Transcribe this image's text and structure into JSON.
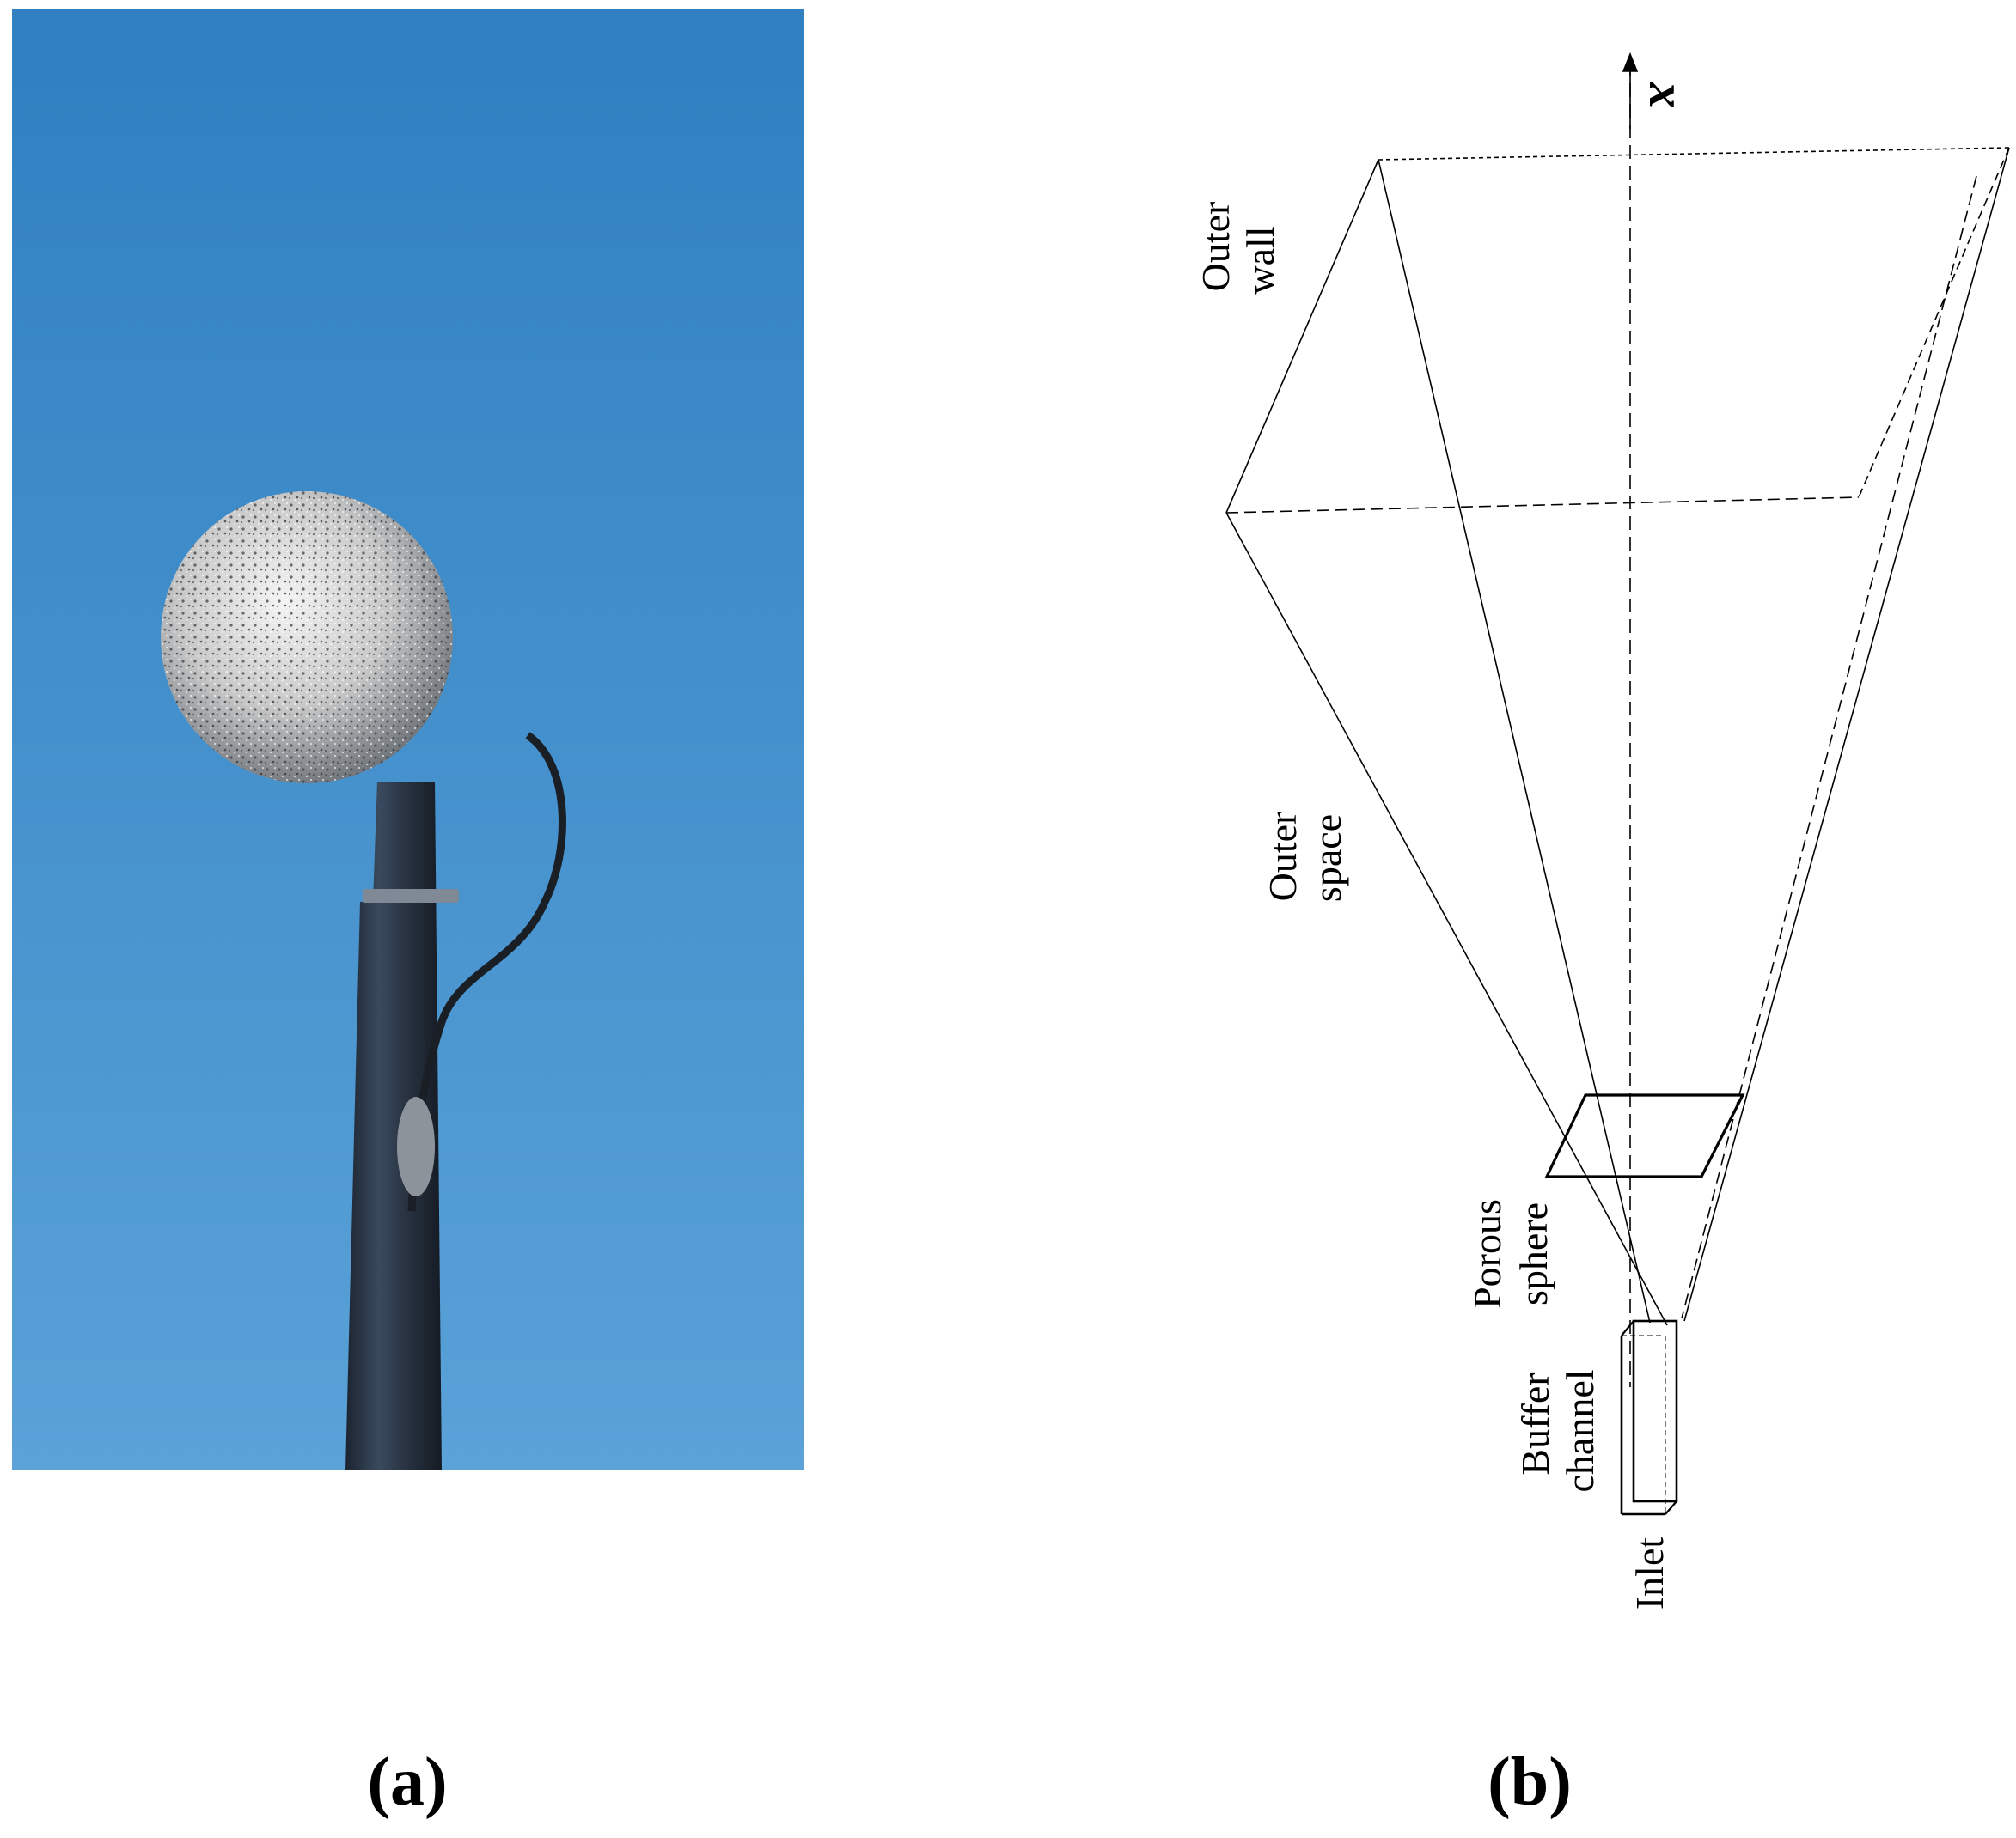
{
  "panels": {
    "a": {
      "caption": "(a)",
      "subject": "porous sphere probe on mast"
    },
    "b": {
      "caption": "(b)",
      "axis_label": "x",
      "labels": {
        "outer_wall": [
          "Outer",
          "wall"
        ],
        "outer_space": [
          "Outer",
          "space"
        ],
        "porous_sphere": [
          "Porous",
          "sphere"
        ],
        "buffer_channel": [
          "Buffer",
          "channel"
        ],
        "inlet": "Inlet"
      }
    }
  },
  "colors": {
    "sky_top": "#2f7fc1",
    "sky_bottom": "#5aa2d8",
    "sphere": "#c8c8c8",
    "pole": "#2b3646",
    "ink": "#000000"
  }
}
